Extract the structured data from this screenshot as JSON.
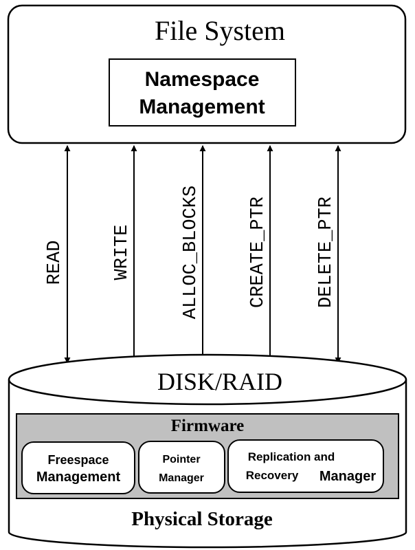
{
  "file_system": {
    "title": "File System",
    "namespace_line1": "Namespace",
    "namespace_line2": "Management"
  },
  "interfaces": [
    "READ",
    "WRITE",
    "ALLOC_BLOCKS",
    "CREATE_PTR",
    "DELETE_PTR"
  ],
  "disk": {
    "title": "DISK/RAID",
    "footer": "Physical Storage"
  },
  "firmware": {
    "title": "Firmware",
    "freespace_line1": "Freespace",
    "freespace_line2": "Management",
    "pointer_line1": "Pointer",
    "pointer_line2": "Manager",
    "replication_line1": "Replication and",
    "replication_line2a": "Recovery",
    "replication_line2b": "Manager"
  },
  "colors": {
    "stroke": "#000000",
    "firmware_fill": "#c0c0c0",
    "box_fill": "#ffffff"
  }
}
